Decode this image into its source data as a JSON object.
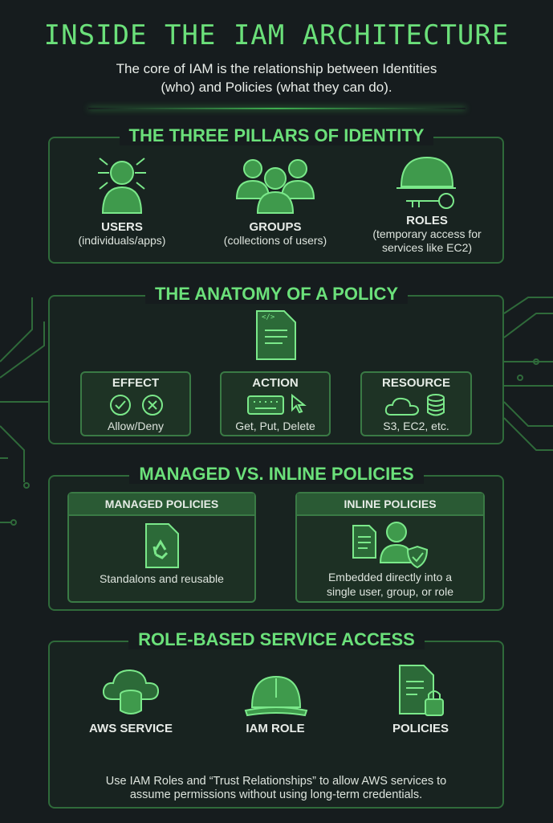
{
  "title": "INSIDE THE IAM ARCHITECTURE",
  "subtitle": [
    "The core of IAM is the relationship between Identities",
    "(who) and Policies (what they can do)."
  ],
  "pillars": {
    "heading": "THE THREE PILLARS OF IDENTITY",
    "items": [
      {
        "label": "USERS",
        "desc": [
          "(individuals/apps)"
        ]
      },
      {
        "label": "GROUPS",
        "desc": [
          "(collections of users)"
        ]
      },
      {
        "label": "ROLES",
        "desc": [
          "(temporary access for",
          "services like EC2)"
        ]
      }
    ]
  },
  "policy": {
    "heading": "THE ANATOMY OF A POLICY",
    "doc_tag": "</>",
    "cards": [
      {
        "label": "EFFECT",
        "desc": "Allow/Deny"
      },
      {
        "label": "ACTION",
        "desc": "Get, Put, Delete"
      },
      {
        "label": "RESOURCE",
        "desc": "S3, EC2, etc."
      }
    ]
  },
  "managed": {
    "heading": "MANAGED VS. INLINE POLICIES",
    "panels": [
      {
        "label": "MANAGED POLICIES",
        "desc": [
          "Standalons and reusable"
        ]
      },
      {
        "label": "INLINE POLICIES",
        "desc": [
          "Embedded directly into a",
          "single user, group, or role"
        ]
      }
    ]
  },
  "roleaccess": {
    "heading": "ROLE-BASED SERVICE ACCESS",
    "items": [
      {
        "label": "AWS SERVICE"
      },
      {
        "label": "IAM ROLE"
      },
      {
        "label": "POLICIES"
      }
    ],
    "footer": [
      "Use IAM Roles and “Trust Relationships” to allow AWS services to",
      "assume permissions without using long-term credentials."
    ]
  }
}
